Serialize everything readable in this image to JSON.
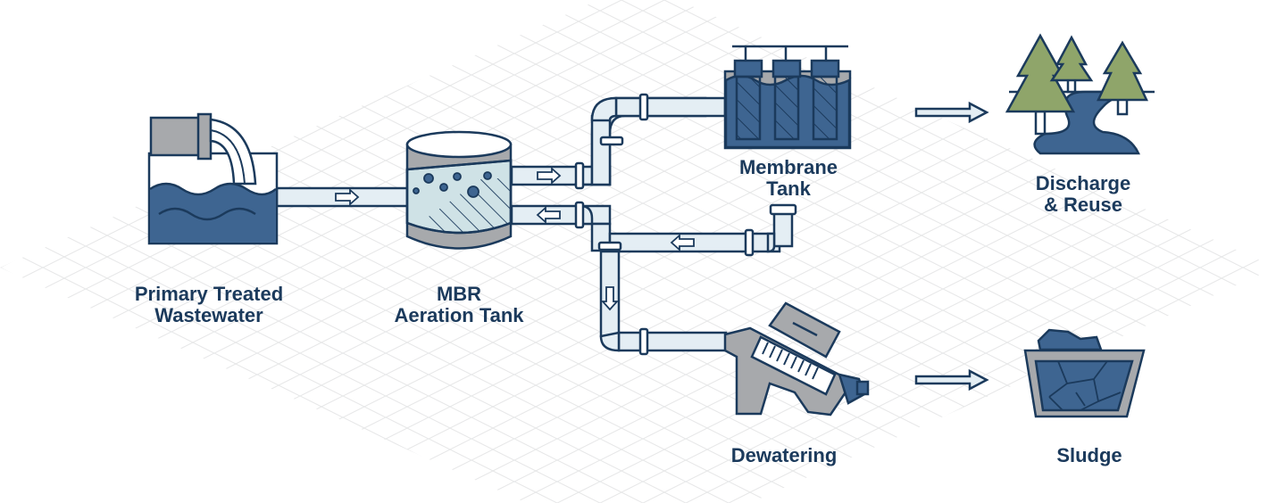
{
  "colors": {
    "navy": "#1b3a5c",
    "water": "#3e6591",
    "pipe_fill": "#e4eef4",
    "tank_fill": "#cfe2e6",
    "steel": "#a7a9ac",
    "tree_green": "#8fa56a",
    "grid": "#e6e7e8"
  },
  "labels": {
    "primary_line1": "Primary Treated",
    "primary_line2": "Wastewater",
    "mbr_line1": "MBR",
    "mbr_line2": "Aeration Tank",
    "membrane_line1": "Membrane",
    "membrane_line2": "Tank",
    "discharge_line1": "Discharge",
    "discharge_line2": "& Reuse",
    "dewatering": "Dewatering",
    "sludge": "Sludge"
  },
  "icons": {
    "primary": "wastewater-basin-icon",
    "mbr": "aeration-tank-icon",
    "membrane": "membrane-tank-icon",
    "discharge": "trees-river-icon",
    "dewatering": "screw-press-icon",
    "sludge": "sludge-bin-icon"
  }
}
